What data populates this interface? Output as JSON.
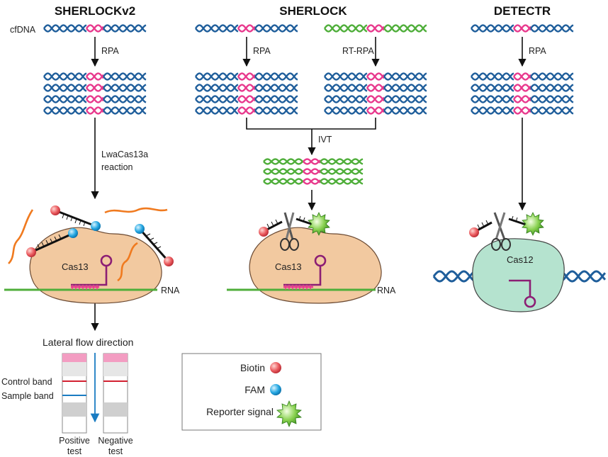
{
  "panels": {
    "sherlockv2": {
      "title": "SHERLOCKv2",
      "input_label": "cfDNA",
      "step1": "RPA",
      "step2_line1": "LwaCas13a",
      "step2_line2": "reaction",
      "enzyme": "Cas13",
      "target": "RNA",
      "lateral_flow": "Lateral flow direction",
      "control_band": "Control band",
      "sample_band": "Sample band",
      "positive_line1": "Positive",
      "positive_line2": "test",
      "negative_line1": "Negative",
      "negative_line2": "test"
    },
    "sherlock": {
      "title": "SHERLOCK",
      "step_left": "RPA",
      "step_right": "RT-RPA",
      "step_ivt": "IVT",
      "enzyme": "Cas13",
      "target": "RNA"
    },
    "detectr": {
      "title": "DETECTR",
      "step1": "RPA",
      "enzyme": "Cas12"
    }
  },
  "legend": {
    "biotin": "Biotin",
    "fam": "FAM",
    "reporter": "Reporter signal"
  },
  "colors": {
    "dna_strand": "#1f5e9b",
    "target_segment": "#e8398d",
    "rna_strand": "#4fae3a",
    "cas13_body": "#f2c9a0",
    "cas12_body": "#b5e3cf",
    "biotin": "#e9505a",
    "fam": "#1ca6e0",
    "reporter": "#6cc13d",
    "crrna": "#8c1e74",
    "cleaved_reporter": "#f07a1f",
    "control_line": "#d22030",
    "sample_line": "#1a7cc2"
  }
}
